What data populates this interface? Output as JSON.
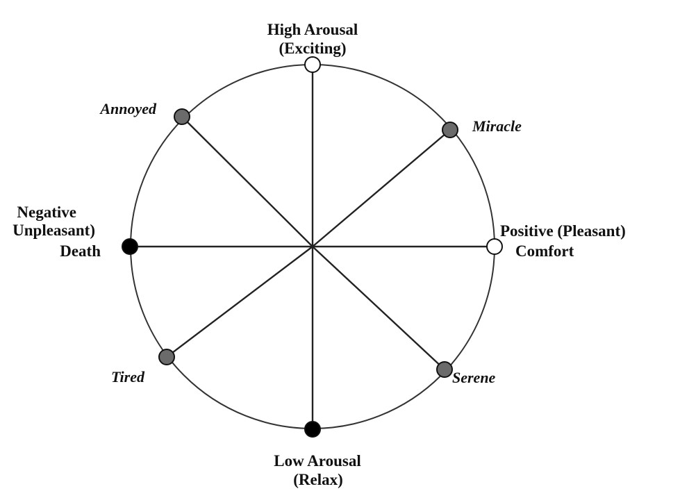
{
  "nodes": {
    "high_arousal": {
      "label": "High Arousal",
      "sublabel": "(Exciting)",
      "fill": "#ffffff"
    },
    "low_arousal": {
      "label": "Low Arousal",
      "sublabel": "(Relax)",
      "fill": "#000000"
    },
    "negative": {
      "label": "Negative",
      "sublabel": "Unpleasant)",
      "example": "Death",
      "fill": "#000000"
    },
    "positive": {
      "label": "Positive (Pleasant)",
      "example": "Comfort",
      "fill": "#ffffff"
    },
    "annoyed": {
      "label": "Annoyed",
      "fill": "#6b6b6b"
    },
    "miracle": {
      "label": "Miracle",
      "fill": "#6b6b6b"
    },
    "tired": {
      "label": "Tired",
      "fill": "#6b6b6b"
    },
    "serene": {
      "label": "Serene",
      "fill": "#6b6b6b"
    }
  },
  "colors": {
    "circle": "#333333",
    "line": "#222222"
  }
}
